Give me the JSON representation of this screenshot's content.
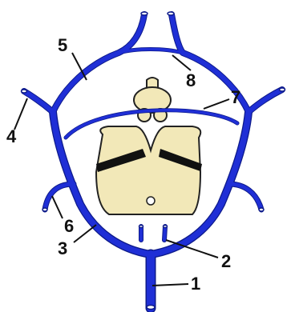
{
  "colors": {
    "vein": "#1f2fd6",
    "vein_outline": "#0d1a8a",
    "tissue": "#f2e8b8",
    "tissue_outline": "#222222",
    "band": "#111111",
    "label": "#111111"
  },
  "labels": {
    "l1": "1",
    "l2": "2",
    "l3": "3",
    "l4": "4",
    "l5": "5",
    "l6": "6",
    "l7": "7",
    "l8": "8"
  }
}
